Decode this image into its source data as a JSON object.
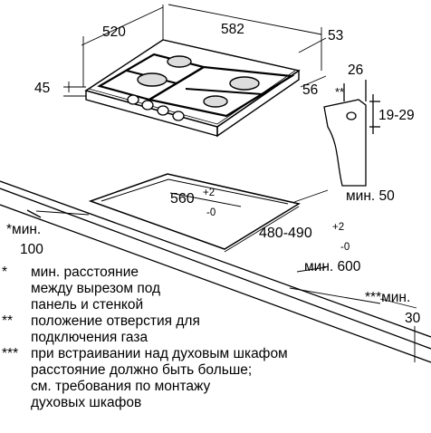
{
  "dimensions": {
    "width": "520",
    "depth": "582",
    "edge_offset": "53",
    "height": "45",
    "front_offset": "56",
    "connection_offset": "26",
    "connection_marker": "**",
    "connection_height": "19-29",
    "cutout_width_base": "560",
    "cutout_width_tol_plus": "+2",
    "cutout_width_tol_minus": "-0",
    "cutout_depth_base": "480-490",
    "cutout_depth_tol_plus": "+2",
    "cutout_depth_tol_minus": "-0",
    "min_right": "мин. 50",
    "min_left_label": "*мин.",
    "min_left_value": "100",
    "min_front": "мин. 600",
    "min_bottom_label": "***мин.",
    "min_bottom_value": "30"
  },
  "notes": [
    {
      "mark": "*",
      "lines": [
        "мин. расстояние",
        "между вырезом под",
        "панель и стенкой"
      ]
    },
    {
      "mark": "**",
      "lines": [
        "положение отверстия для",
        "подключения газа"
      ]
    },
    {
      "mark": "***",
      "lines": [
        "при встраивании над духовым шкафом",
        "расстояние должно быть больше;",
        "см. требования по монтажу",
        "духовых шкафов"
      ]
    }
  ],
  "colors": {
    "line": "#000000",
    "background": "#ffffff"
  },
  "icons": [
    "gas-hob-icon",
    "burner-icon",
    "control-knob-icon",
    "gas-connection-bracket-icon"
  ]
}
